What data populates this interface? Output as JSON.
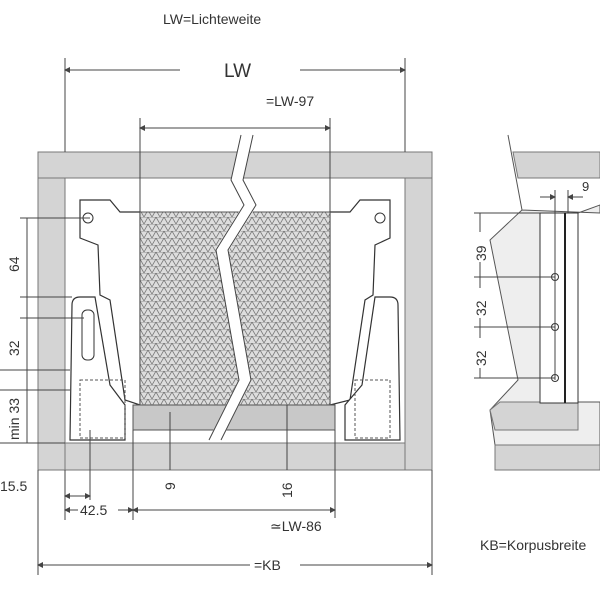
{
  "title_note": "LW=Lichteweite",
  "front_view": {
    "lw_label": "LW",
    "lw_minus_97": "=LW-97",
    "lw_minus_86": "≃LW-86",
    "kb_label": "=KB",
    "left_dims": [
      "64",
      "32",
      "min 33"
    ],
    "bottom_dims": [
      "15.5",
      "42.5"
    ],
    "inner_dims": [
      "9",
      "16"
    ]
  },
  "side_view": {
    "top_dim": "9",
    "vertical_dims": [
      "39",
      "32",
      "32"
    ],
    "kb_note": "KB=Korpusbreite"
  },
  "colors": {
    "panel": "#d4d4d4",
    "line": "#444444"
  }
}
